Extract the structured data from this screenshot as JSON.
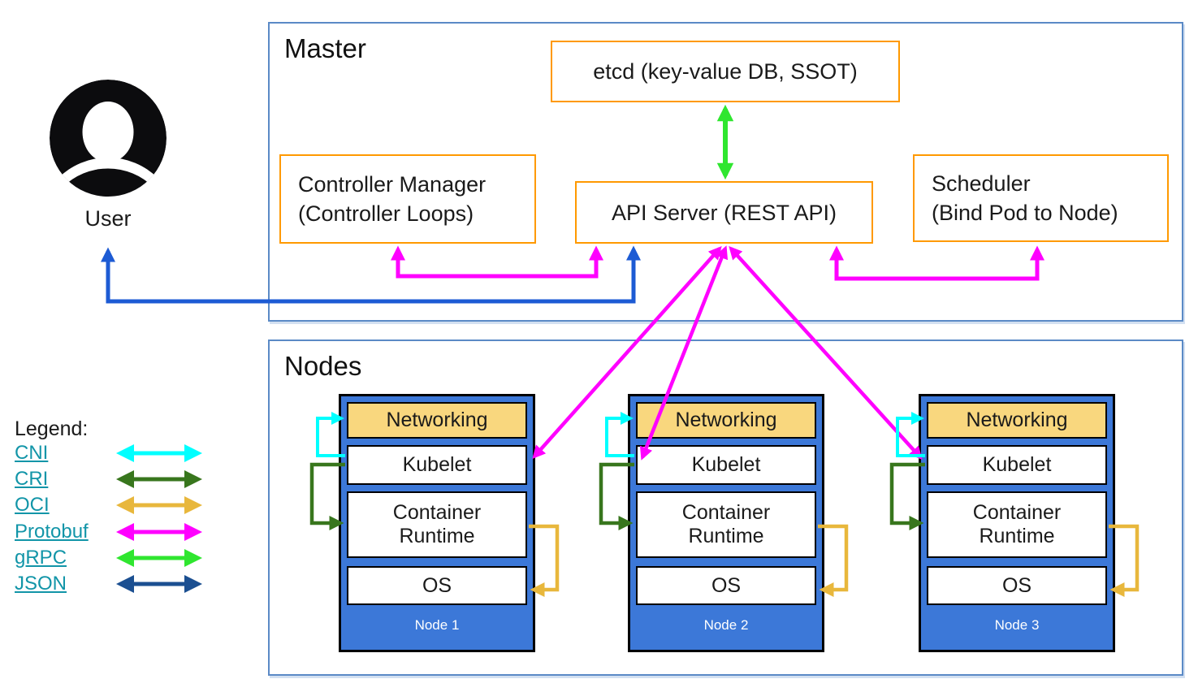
{
  "user": {
    "label": "User"
  },
  "master": {
    "label": "Master",
    "etcd": "etcd (key-value DB, SSOT)",
    "controller_manager_line1": "Controller Manager",
    "controller_manager_line2": "(Controller Loops)",
    "api_server": "API Server (REST API)",
    "scheduler_line1": "Scheduler",
    "scheduler_line2": "(Bind Pod to Node)"
  },
  "nodes_section": {
    "label": "Nodes",
    "row_labels": {
      "networking": "Networking",
      "kubelet": "Kubelet",
      "container_runtime": "Container Runtime",
      "os": "OS"
    },
    "items": [
      {
        "name": "Node 1"
      },
      {
        "name": "Node 2"
      },
      {
        "name": "Node 3"
      }
    ]
  },
  "legend": {
    "title": "Legend:",
    "items": [
      {
        "label": "CNI",
        "color": "#00ffff"
      },
      {
        "label": "CRI",
        "color": "#38761d"
      },
      {
        "label": "OCI",
        "color": "#e8b73c"
      },
      {
        "label": "Protobuf",
        "color": "#ff00ff"
      },
      {
        "label": "gRPC",
        "color": "#2fe62f"
      },
      {
        "label": "JSON",
        "color": "#1b4f91"
      }
    ]
  },
  "colors": {
    "section_border_blue": "#5b8ac6",
    "component_border_orange": "#ff9900",
    "node_fill_blue": "#3c78d8",
    "networking_fill": "#f9d77e",
    "legend_link_teal": "#1295a8",
    "user_api_link_blue": "#1d5bd4"
  }
}
